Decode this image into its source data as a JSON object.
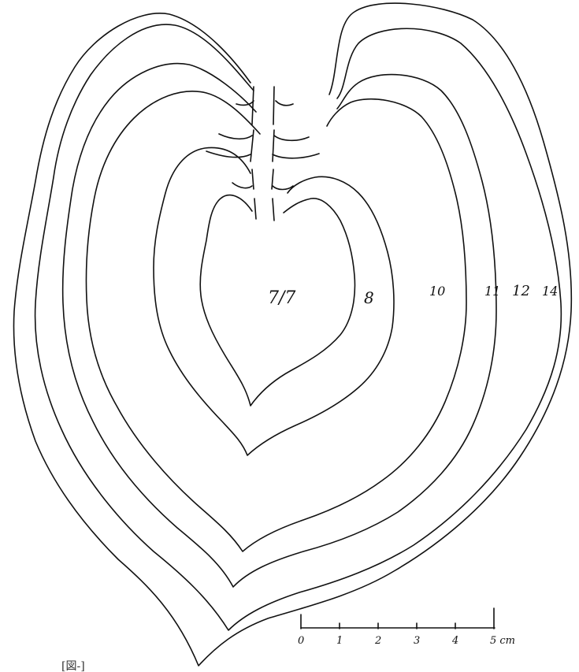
{
  "contour_labels": {
    "inner": "7/7",
    "c8": "8",
    "c10": "10",
    "c11": "11",
    "c12": "12",
    "c14": "14"
  },
  "scale_bar": {
    "ticks": [
      "0",
      "1",
      "2",
      "3",
      "4",
      "5 cm"
    ]
  },
  "caption": "[図-]"
}
